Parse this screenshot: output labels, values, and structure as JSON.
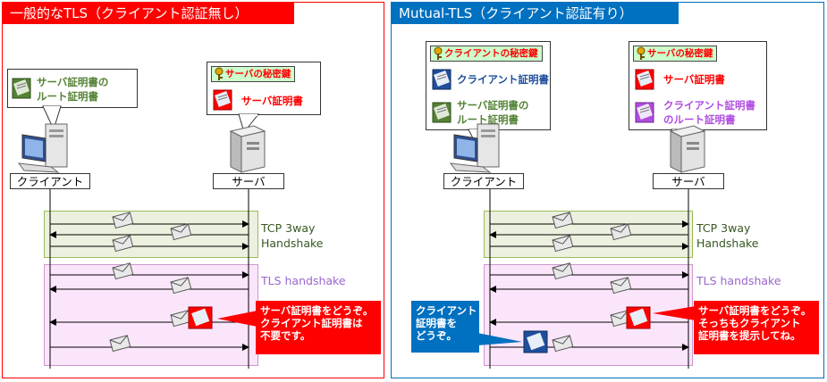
{
  "left": {
    "title": "一般的なTLS（クライアント認証無し）",
    "client": {
      "label": "クライアント",
      "cert_line1": "サーバ証明書の",
      "cert_line2": "ルート証明書"
    },
    "server": {
      "label": "サーバ",
      "key_label": "サーバの秘密鍵",
      "cert_label": "サーバ証明書"
    },
    "tcp_line1": "TCP 3way",
    "tcp_line2": "Handshake",
    "tls_label": "TLS handshake",
    "bubble": [
      "サーバ証明書をどうぞ。",
      "クライアント証明書は",
      "不要です。"
    ]
  },
  "right": {
    "title": "Mutual-TLS（クライアント認証有り）",
    "client": {
      "label": "クライアント",
      "key_label": "クライアントの秘密鍵",
      "cert_label": "クライアント証明書",
      "root_line1": "サーバ証明書の",
      "root_line2": "ルート証明書"
    },
    "server": {
      "label": "サーバ",
      "key_label": "サーバの秘密鍵",
      "cert_label": "サーバ証明書",
      "root_line1": "クライアント証明書",
      "root_line2": "のルート証明書"
    },
    "tcp_line1": "TCP 3way",
    "tcp_line2": "Handshake",
    "tls_label": "TLS handshake",
    "bubble_server": [
      "サーバ証明書をどうぞ。",
      "そっちもクライアント",
      "証明書を提示してね。"
    ],
    "bubble_client": [
      "クライアント",
      "証明書を",
      "どうぞ。"
    ]
  },
  "colors": {
    "left_accent": "#ff0000",
    "right_accent": "#0070c0",
    "tcp_band": "#ebf1de",
    "tls_band": "#fbe5fb",
    "tcp_text": "#375623",
    "tls_text": "#9966cc",
    "root_cert_green": "#548235",
    "server_cert_red": "#ff0000",
    "client_cert_blue": "#1f4e9d",
    "client_root_purple": "#b04ce0"
  }
}
